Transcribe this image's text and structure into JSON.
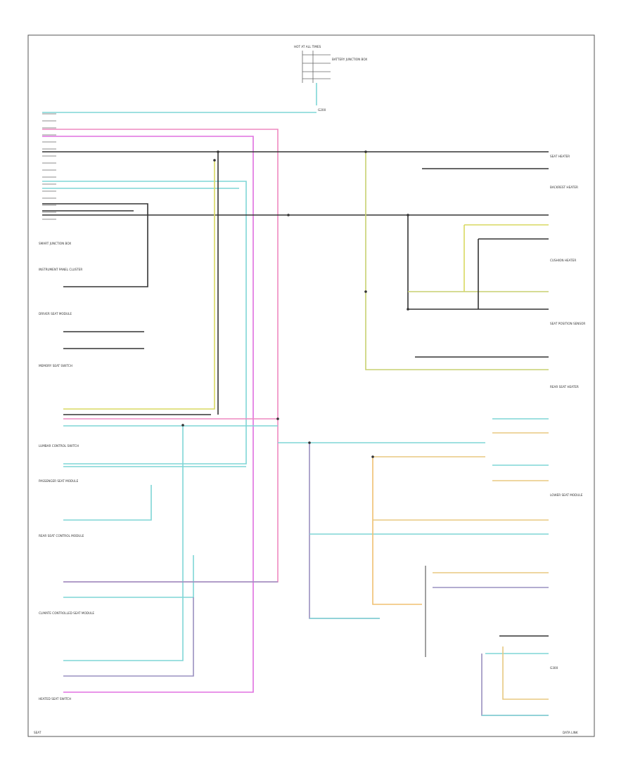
{
  "labels": {
    "hot_in_run": "HOT AT ALL TIMES",
    "fuse_block": "BATTERY JUNCTION BOX",
    "ground_left": "G200",
    "ground_right": "G300",
    "smart_jb": "SMART JUNCTION BOX",
    "ipc": "INSTRUMENT PANEL CLUSTER",
    "driver_seat": "DRIVER SEAT MODULE",
    "memory_switch": "MEMORY SEAT SWITCH",
    "lumbar": "LUMBAR CONTROL SWITCH",
    "passenger_seat": "PASSENGER SEAT MODULE",
    "seat_ctrl_rear": "REAR SEAT CONTROL MODULE",
    "climate_seat": "CLIMATE CONTROLLED SEAT MODULE",
    "heated_seat_sw": "HEATED SEAT SWITCH",
    "seat_heater": "SEAT HEATER",
    "backrest_heater": "BACKREST HEATER",
    "cushion_heater": "CUSHION HEATER",
    "front_seat_sensor": "SEAT POSITION SENSOR",
    "rear_seat_heater": "REAR SEAT HEATER",
    "lower_module": "LOWER SEAT MODULE",
    "bottom_left": "SEAT",
    "bottom_right": "DATA LINK"
  },
  "wire_colors": {
    "lt_blue": "#7fd6d6",
    "pink": "#ee88c0",
    "magenta": "#e070e0",
    "yellow": "#d8d860",
    "green_yellow": "#c8d070",
    "orange": "#f0c070",
    "tan": "#e8c880",
    "violet": "#9a90c0",
    "black": "#333333",
    "gray": "#888888"
  }
}
